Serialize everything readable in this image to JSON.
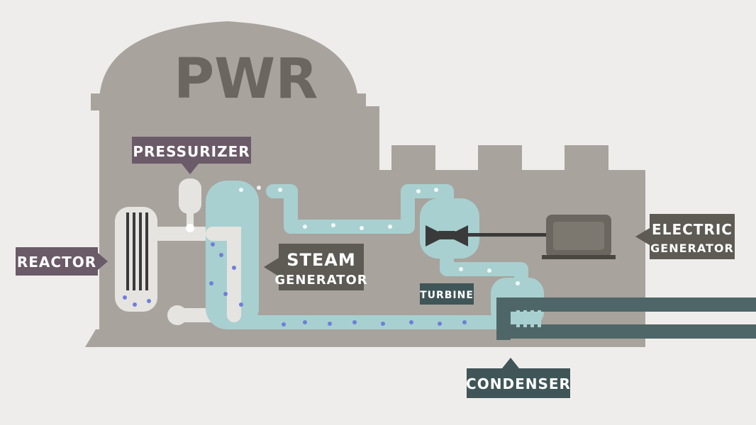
{
  "title": "PWR",
  "labels": {
    "pressurizer": "PRESSURIZER",
    "reactor": "REACTOR",
    "steam_generator": [
      "STEAM",
      "GENERATOR"
    ],
    "turbine": "TURBINE",
    "electric_generator": [
      "ELECTRIC",
      "GENERATOR"
    ],
    "condenser": "CONDENSER"
  },
  "colors": {
    "background": "#efedeb",
    "building": "#a8a39d",
    "label_purple": "#6b5a68",
    "label_dark": "#5e5a54",
    "label_teal": "#3f5557",
    "water_loop": "#a8d0d0",
    "primary_loop": "#e6e4e0",
    "bubble": "#6f7fd8",
    "condenser_pipe": "#4f6668"
  }
}
